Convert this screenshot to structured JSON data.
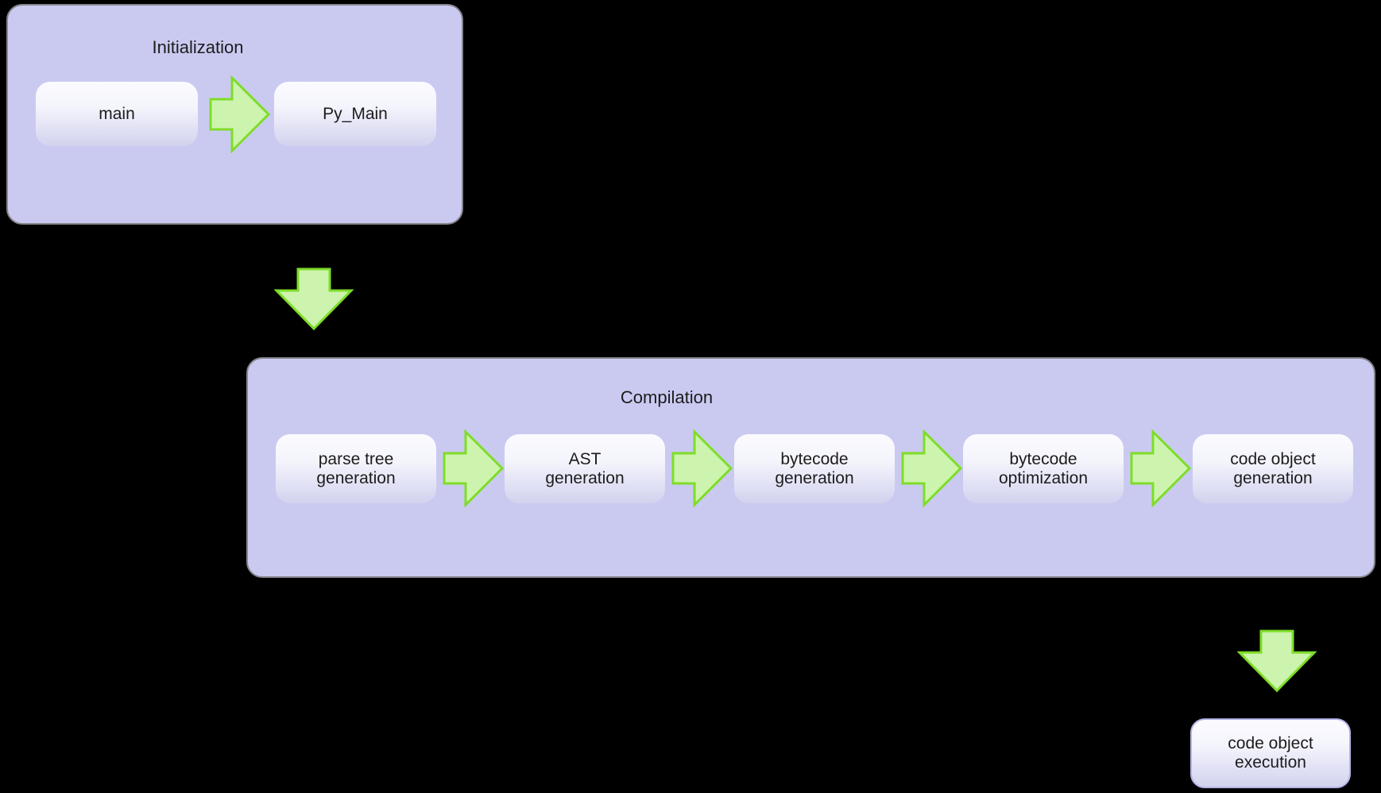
{
  "colors": {
    "background": "#000000",
    "container_fill": "#cacaf1",
    "container_border": "#85858d",
    "text": "#1c1c1c",
    "arrow_fill": "#cdf4ae",
    "arrow_stroke": "#7edd28",
    "exec_border": "#b3b3e6"
  },
  "initialization": {
    "title": "Initialization",
    "nodes": [
      {
        "label": "main"
      },
      {
        "label": "Py_Main"
      }
    ]
  },
  "compilation": {
    "title": "Compilation",
    "nodes": [
      {
        "line1": "parse tree",
        "line2": "generation"
      },
      {
        "line1": "AST",
        "line2": "generation"
      },
      {
        "line1": "bytecode",
        "line2": "generation"
      },
      {
        "line1": "bytecode",
        "line2": "optimization"
      },
      {
        "line1": "code object",
        "line2": "generation"
      }
    ]
  },
  "execution": {
    "line1": "code object",
    "line2": "execution"
  }
}
